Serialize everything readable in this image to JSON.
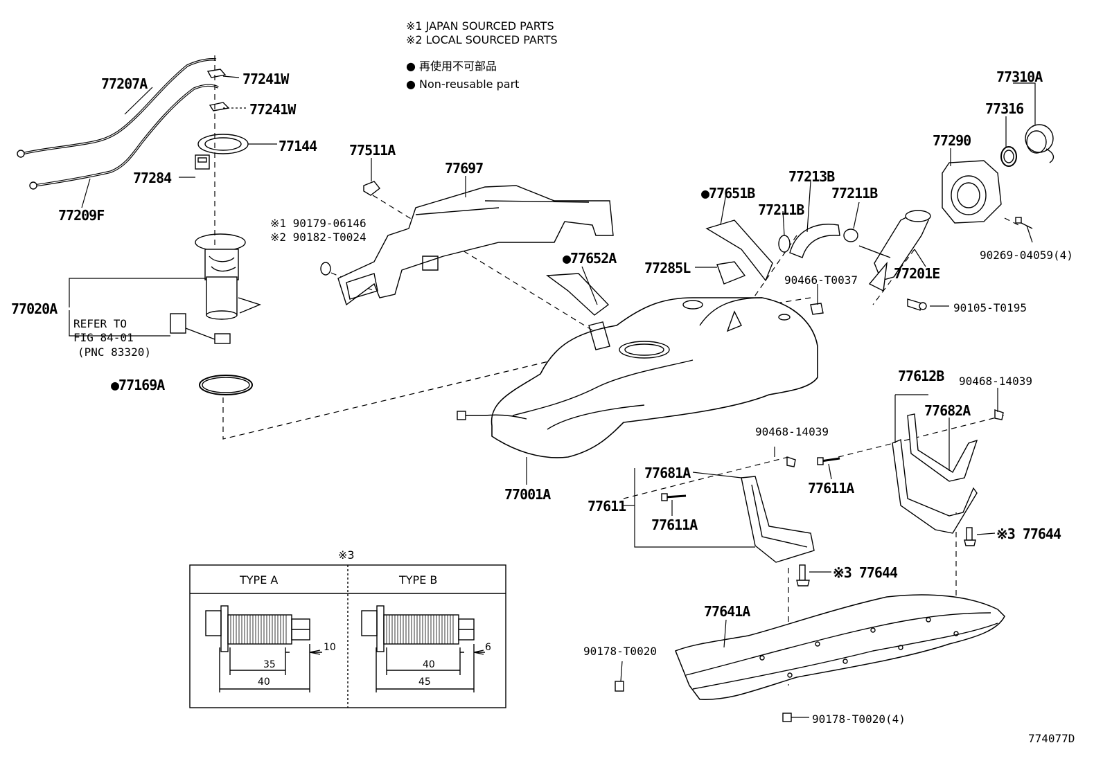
{
  "legend": {
    "line1": "※1 JAPAN SOURCED PARTS",
    "line2": "※2 LOCAL SOURCED PARTS",
    "line3": "● 再使用不可部品",
    "line4": "● Non-reusable part"
  },
  "callouts": {
    "p77207A": "77207A",
    "p77241W_1": "77241W",
    "p77241W_2": "77241W",
    "p77144": "77144",
    "p77284": "77284",
    "p77209F": "77209F",
    "p77020A": "77020A",
    "refer1": "REFER TO",
    "refer2": "FIG 84-01",
    "refer3": "(PNC 83320)",
    "p77169A": "●77169A",
    "p77511A": "77511A",
    "p77697": "77697",
    "p90179": "※1 90179-06146",
    "p90182": "※2 90182-T0024",
    "p77652A": "●77652A",
    "p77651B": "●77651B",
    "p77213B": "77213B",
    "p77211B_1": "77211B",
    "p77211B_2": "77211B",
    "p77285L": "77285L",
    "p90466": "90466-T0037",
    "p77310A": "77310A",
    "p77316": "77316",
    "p77290": "77290",
    "p90269": "90269-04059(4)",
    "p77201E": "77201E",
    "p90105": "90105-T0195",
    "p77001A": "77001A",
    "p77612B": "77612B",
    "p90468_1": "90468-14039",
    "p77682A": "77682A",
    "p90468_2": "90468-14039",
    "p77681A": "77681A",
    "p77611": "77611",
    "p77611A_1": "77611A",
    "p77611A_2": "77611A",
    "p77644_1": "※3 77644",
    "p77644_2": "※3 77644",
    "p77641A": "77641A",
    "p90178_1": "90178-T0020",
    "p90178_2": "90178-T0020(4)",
    "figure_id": "774077D"
  },
  "type_table": {
    "marker": "※3",
    "type_a": {
      "header": "TYPE A",
      "dim_short": "10",
      "dim_mid": "35",
      "dim_long": "40"
    },
    "type_b": {
      "header": "TYPE B",
      "dim_short": "6",
      "dim_mid": "40",
      "dim_long": "45"
    }
  }
}
